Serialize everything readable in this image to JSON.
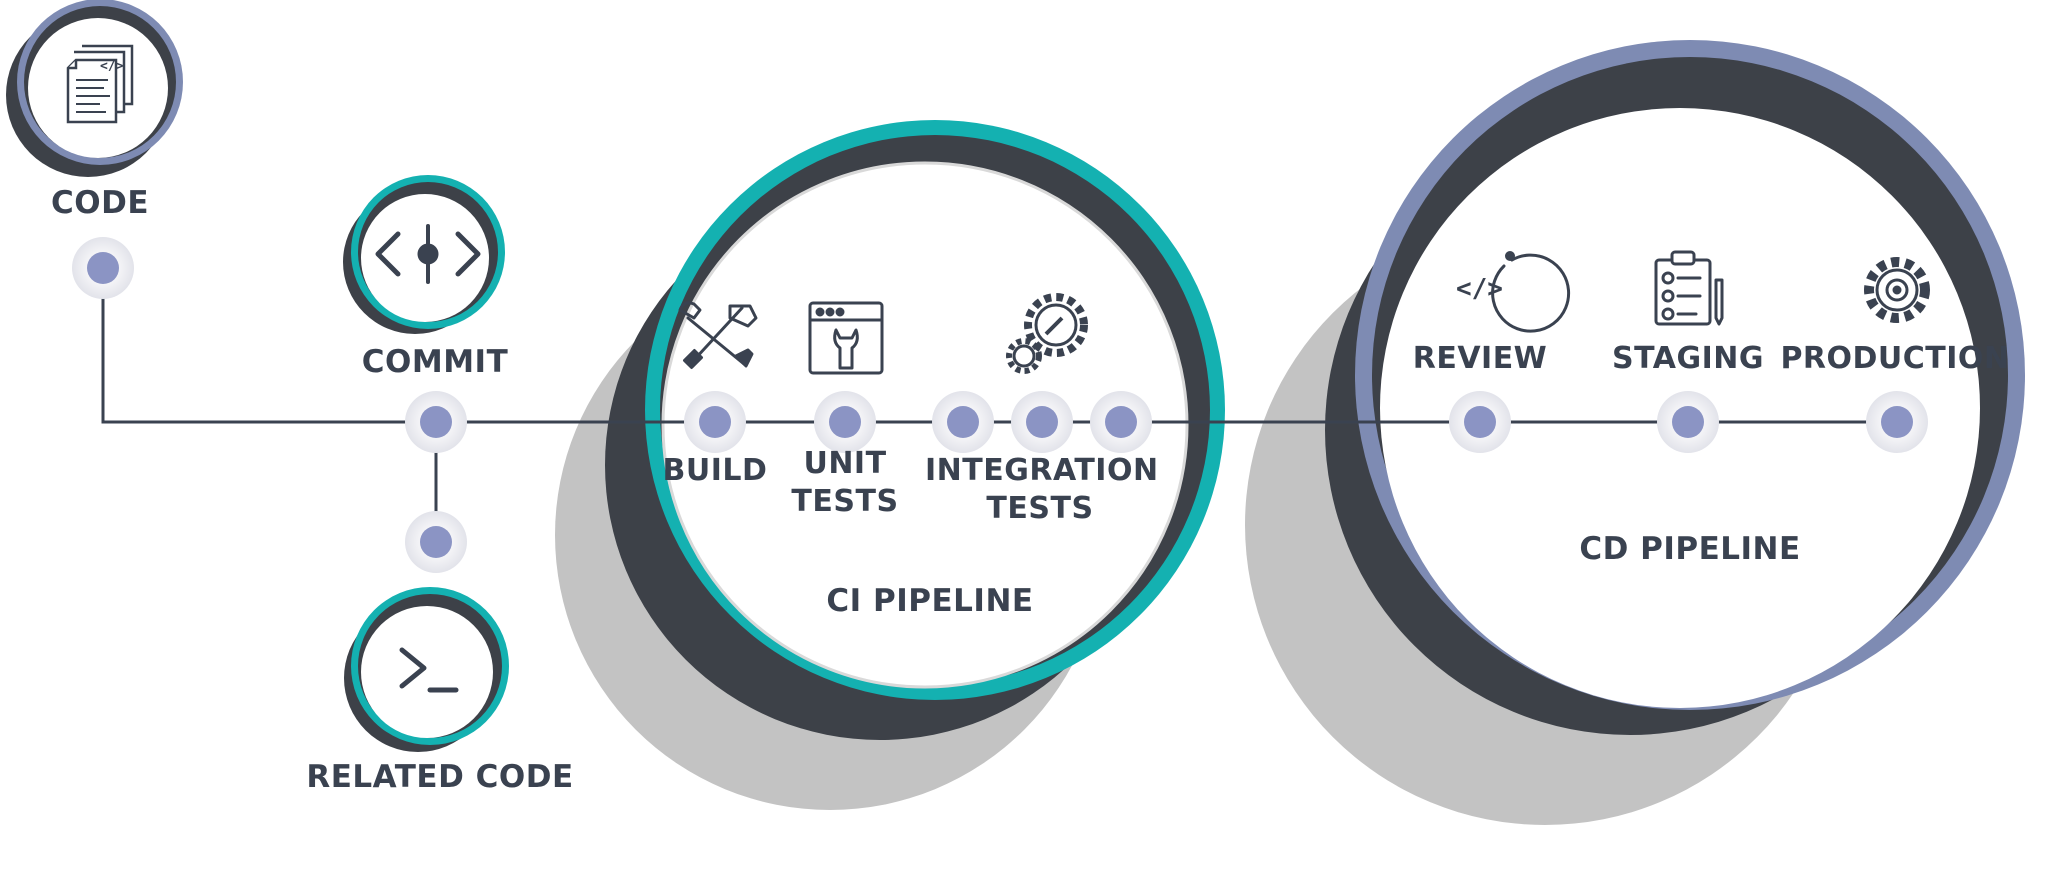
{
  "nodes": {
    "code": "CODE",
    "commit": "COMMIT",
    "related_code": "RELATED CODE"
  },
  "ci": {
    "title": "CI PIPELINE",
    "build": "BUILD",
    "unit_tests_1": "UNIT",
    "unit_tests_2": "TESTS",
    "integration_tests_1": "INTEGRATION",
    "integration_tests_2": "TESTS"
  },
  "cd": {
    "title": "CD PIPELINE",
    "review": "REVIEW",
    "staging": "STAGING",
    "production": "PRODUCTION"
  },
  "colors": {
    "teal": "#14b1b1",
    "slate": "#7e8bb3",
    "dark": "#3d4148",
    "line": "#3a4250",
    "dot": "#8b94c4",
    "shadow": "#c6c6c6"
  }
}
